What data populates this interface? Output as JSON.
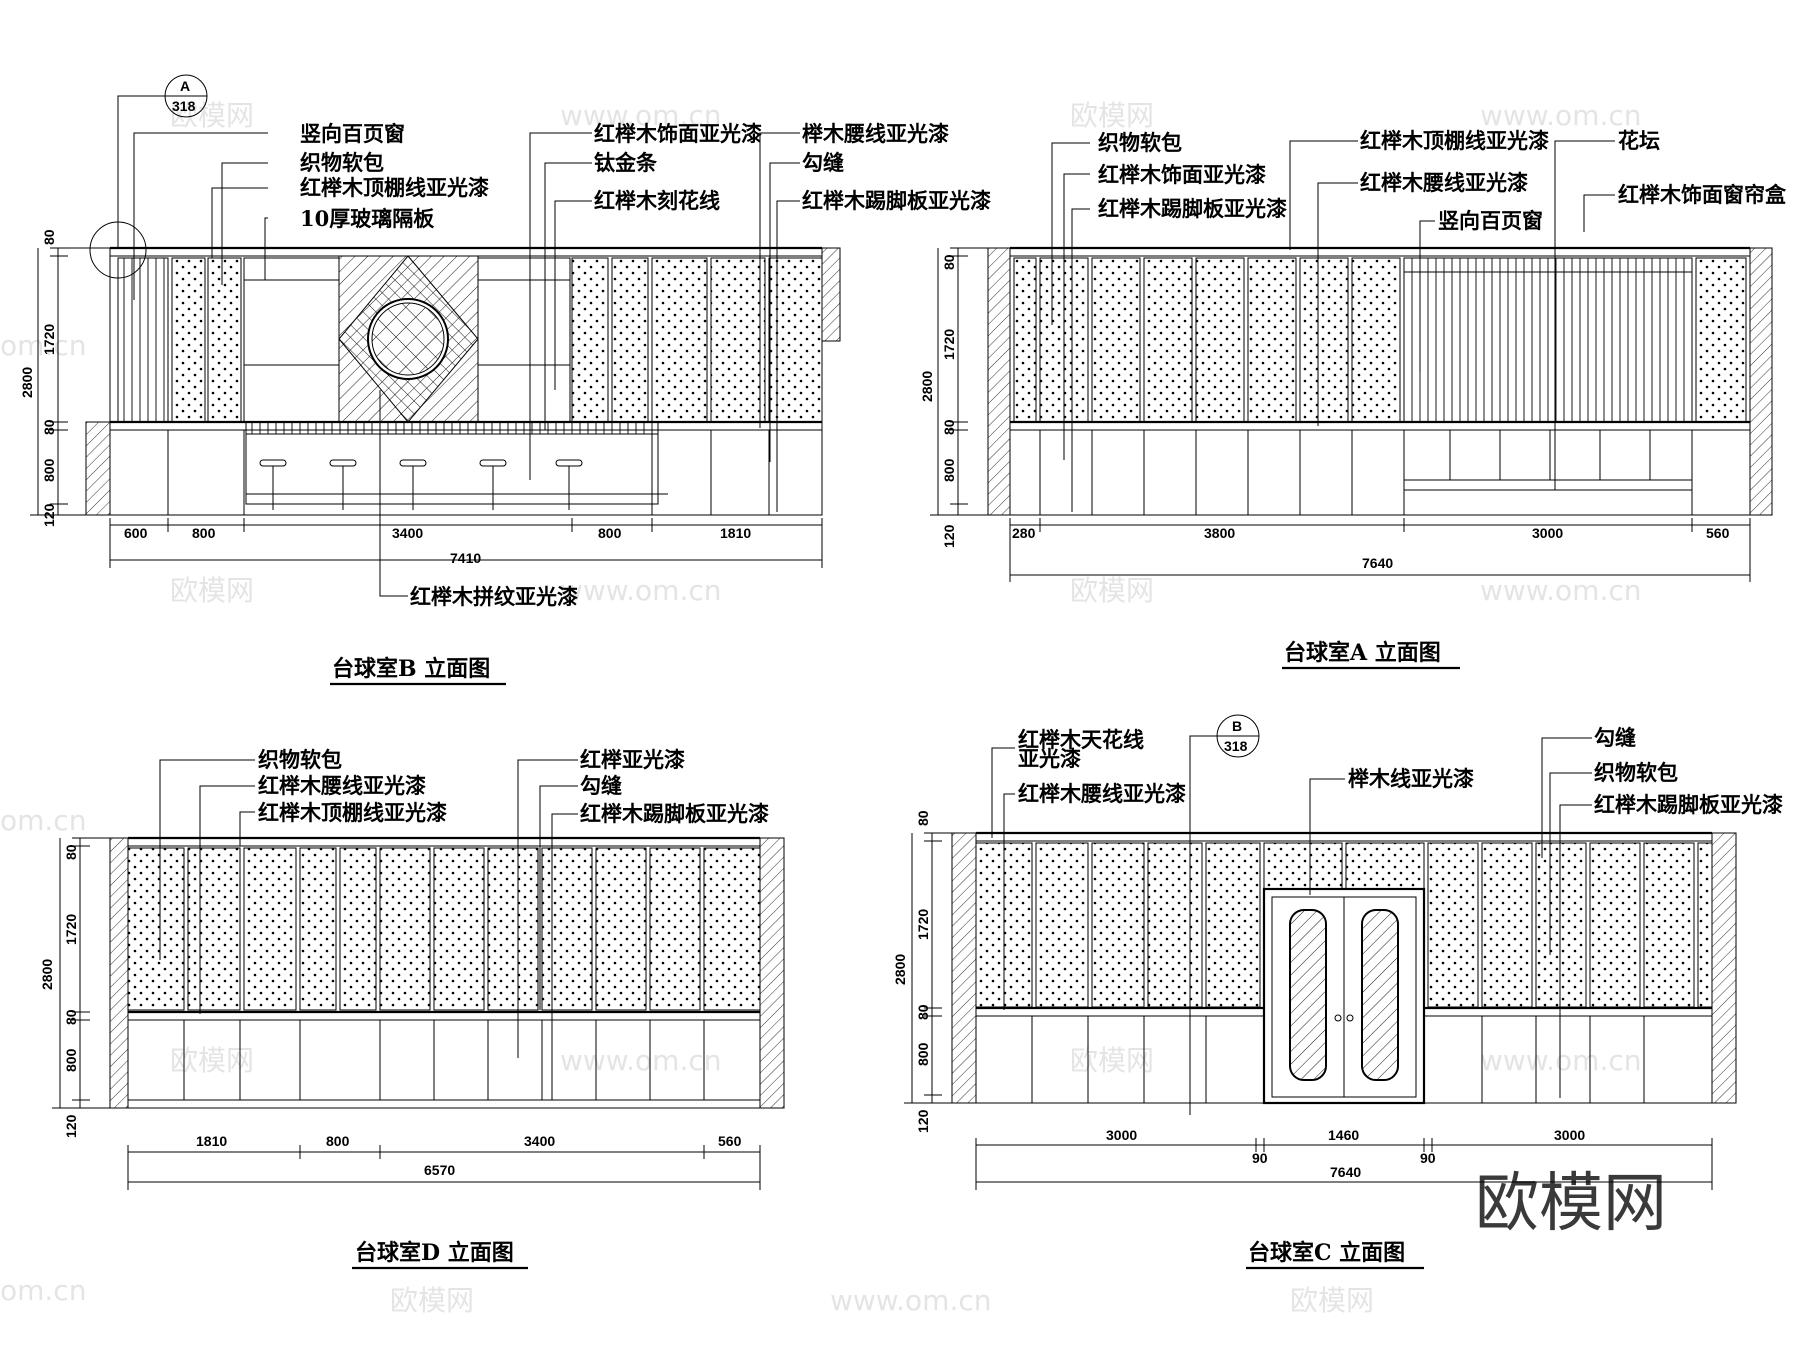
{
  "views": [
    {
      "title": "台球室B 立面图",
      "heights": [
        "80",
        "1720",
        "80",
        "800",
        "120"
      ],
      "total_height": "2800",
      "widths": [
        "600",
        "800",
        "3400",
        "800",
        "1810"
      ],
      "total_width": "7410",
      "callouts": [
        "竖向百页窗",
        "织物软包",
        "红榉木顶棚线亚光漆",
        "10厚玻璃隔板",
        "红榉木饰面亚光漆",
        "钛金条",
        "红榉木刻花线",
        "榉木腰线亚光漆",
        "勾缝",
        "红榉木踢脚板亚光漆",
        "红榉木拼纹亚光漆"
      ],
      "section_tag": {
        "letter": "A",
        "number": "318"
      }
    },
    {
      "title": "台球室A 立面图",
      "heights": [
        "80",
        "1720",
        "80",
        "800",
        "120"
      ],
      "total_height": "2800",
      "widths": [
        "280",
        "3800",
        "3000",
        "560"
      ],
      "total_width": "7640",
      "callouts": [
        "织物软包",
        "红榉木饰面亚光漆",
        "红榉木踢脚板亚光漆",
        "红榉木顶棚线亚光漆",
        "红榉木腰线亚光漆",
        "竖向百页窗",
        "花坛",
        "红榉木饰面窗帘盒"
      ]
    },
    {
      "title": "台球室D 立面图",
      "heights": [
        "80",
        "1720",
        "80",
        "800",
        "120"
      ],
      "total_height": "2800",
      "widths": [
        "1810",
        "800",
        "3400",
        "560"
      ],
      "total_width": "6570",
      "callouts": [
        "织物软包",
        "红榉木腰线亚光漆",
        "红榉木顶棚线亚光漆",
        "红榉亚光漆",
        "勾缝",
        "红榉木踢脚板亚光漆"
      ]
    },
    {
      "title": "台球室C 立面图",
      "heights": [
        "80",
        "1720",
        "80",
        "800",
        "120"
      ],
      "total_height": "2800",
      "widths": [
        "3000",
        "90",
        "1460",
        "90",
        "3000"
      ],
      "total_width": "7640",
      "callouts": [
        "红榉木天花线",
        "亚光漆",
        "红榉木腰线亚光漆",
        "榉木线亚光漆",
        "勾缝",
        "织物软包",
        "红榉木踢脚板亚光漆"
      ],
      "section_tag": {
        "letter": "B",
        "number": "318"
      }
    }
  ],
  "watermark": {
    "brand": "欧模网",
    "url": "www.om.cn",
    "short": "om.cn"
  }
}
